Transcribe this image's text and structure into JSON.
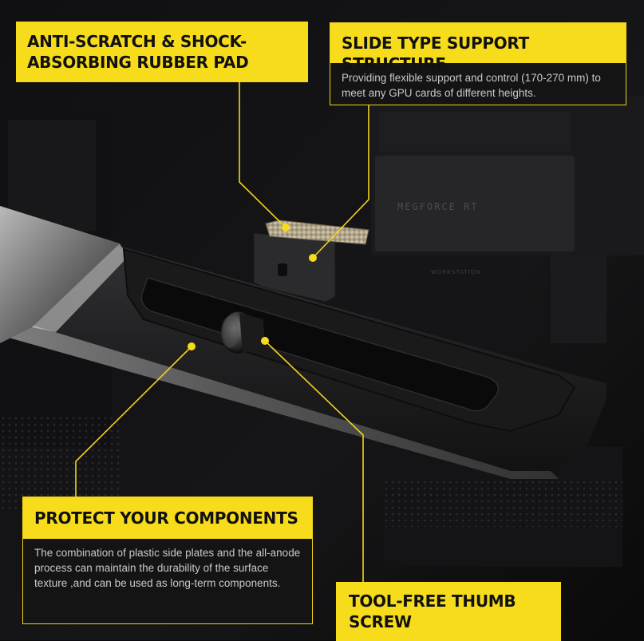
{
  "callouts": {
    "rubber_pad": {
      "title": "ANTI-SCRATCH & SHOCK-ABSORBING RUBBER PAD"
    },
    "slide_structure": {
      "title": "SLIDE TYPE SUPPORT STRUCTURE",
      "body": "Providing flexible support and control (170-270 mm) to meet any GPU cards of different heights."
    },
    "protect": {
      "title": "PROTECT YOUR COMPONENTS",
      "body": "The combination of plastic side plates and the all-anode process can maintain the durability of the surface texture ,and can be used as long-term components."
    },
    "thumb_screw": {
      "title": "TOOL-FREE THUMB SCREW"
    }
  },
  "background_labels": {
    "brand": "MEGFORCE RT",
    "sub": "WORKSTATION"
  },
  "colors": {
    "accent": "#f7dc1c",
    "background": "#0b0b0c",
    "body_text": "#c9c9c9"
  }
}
